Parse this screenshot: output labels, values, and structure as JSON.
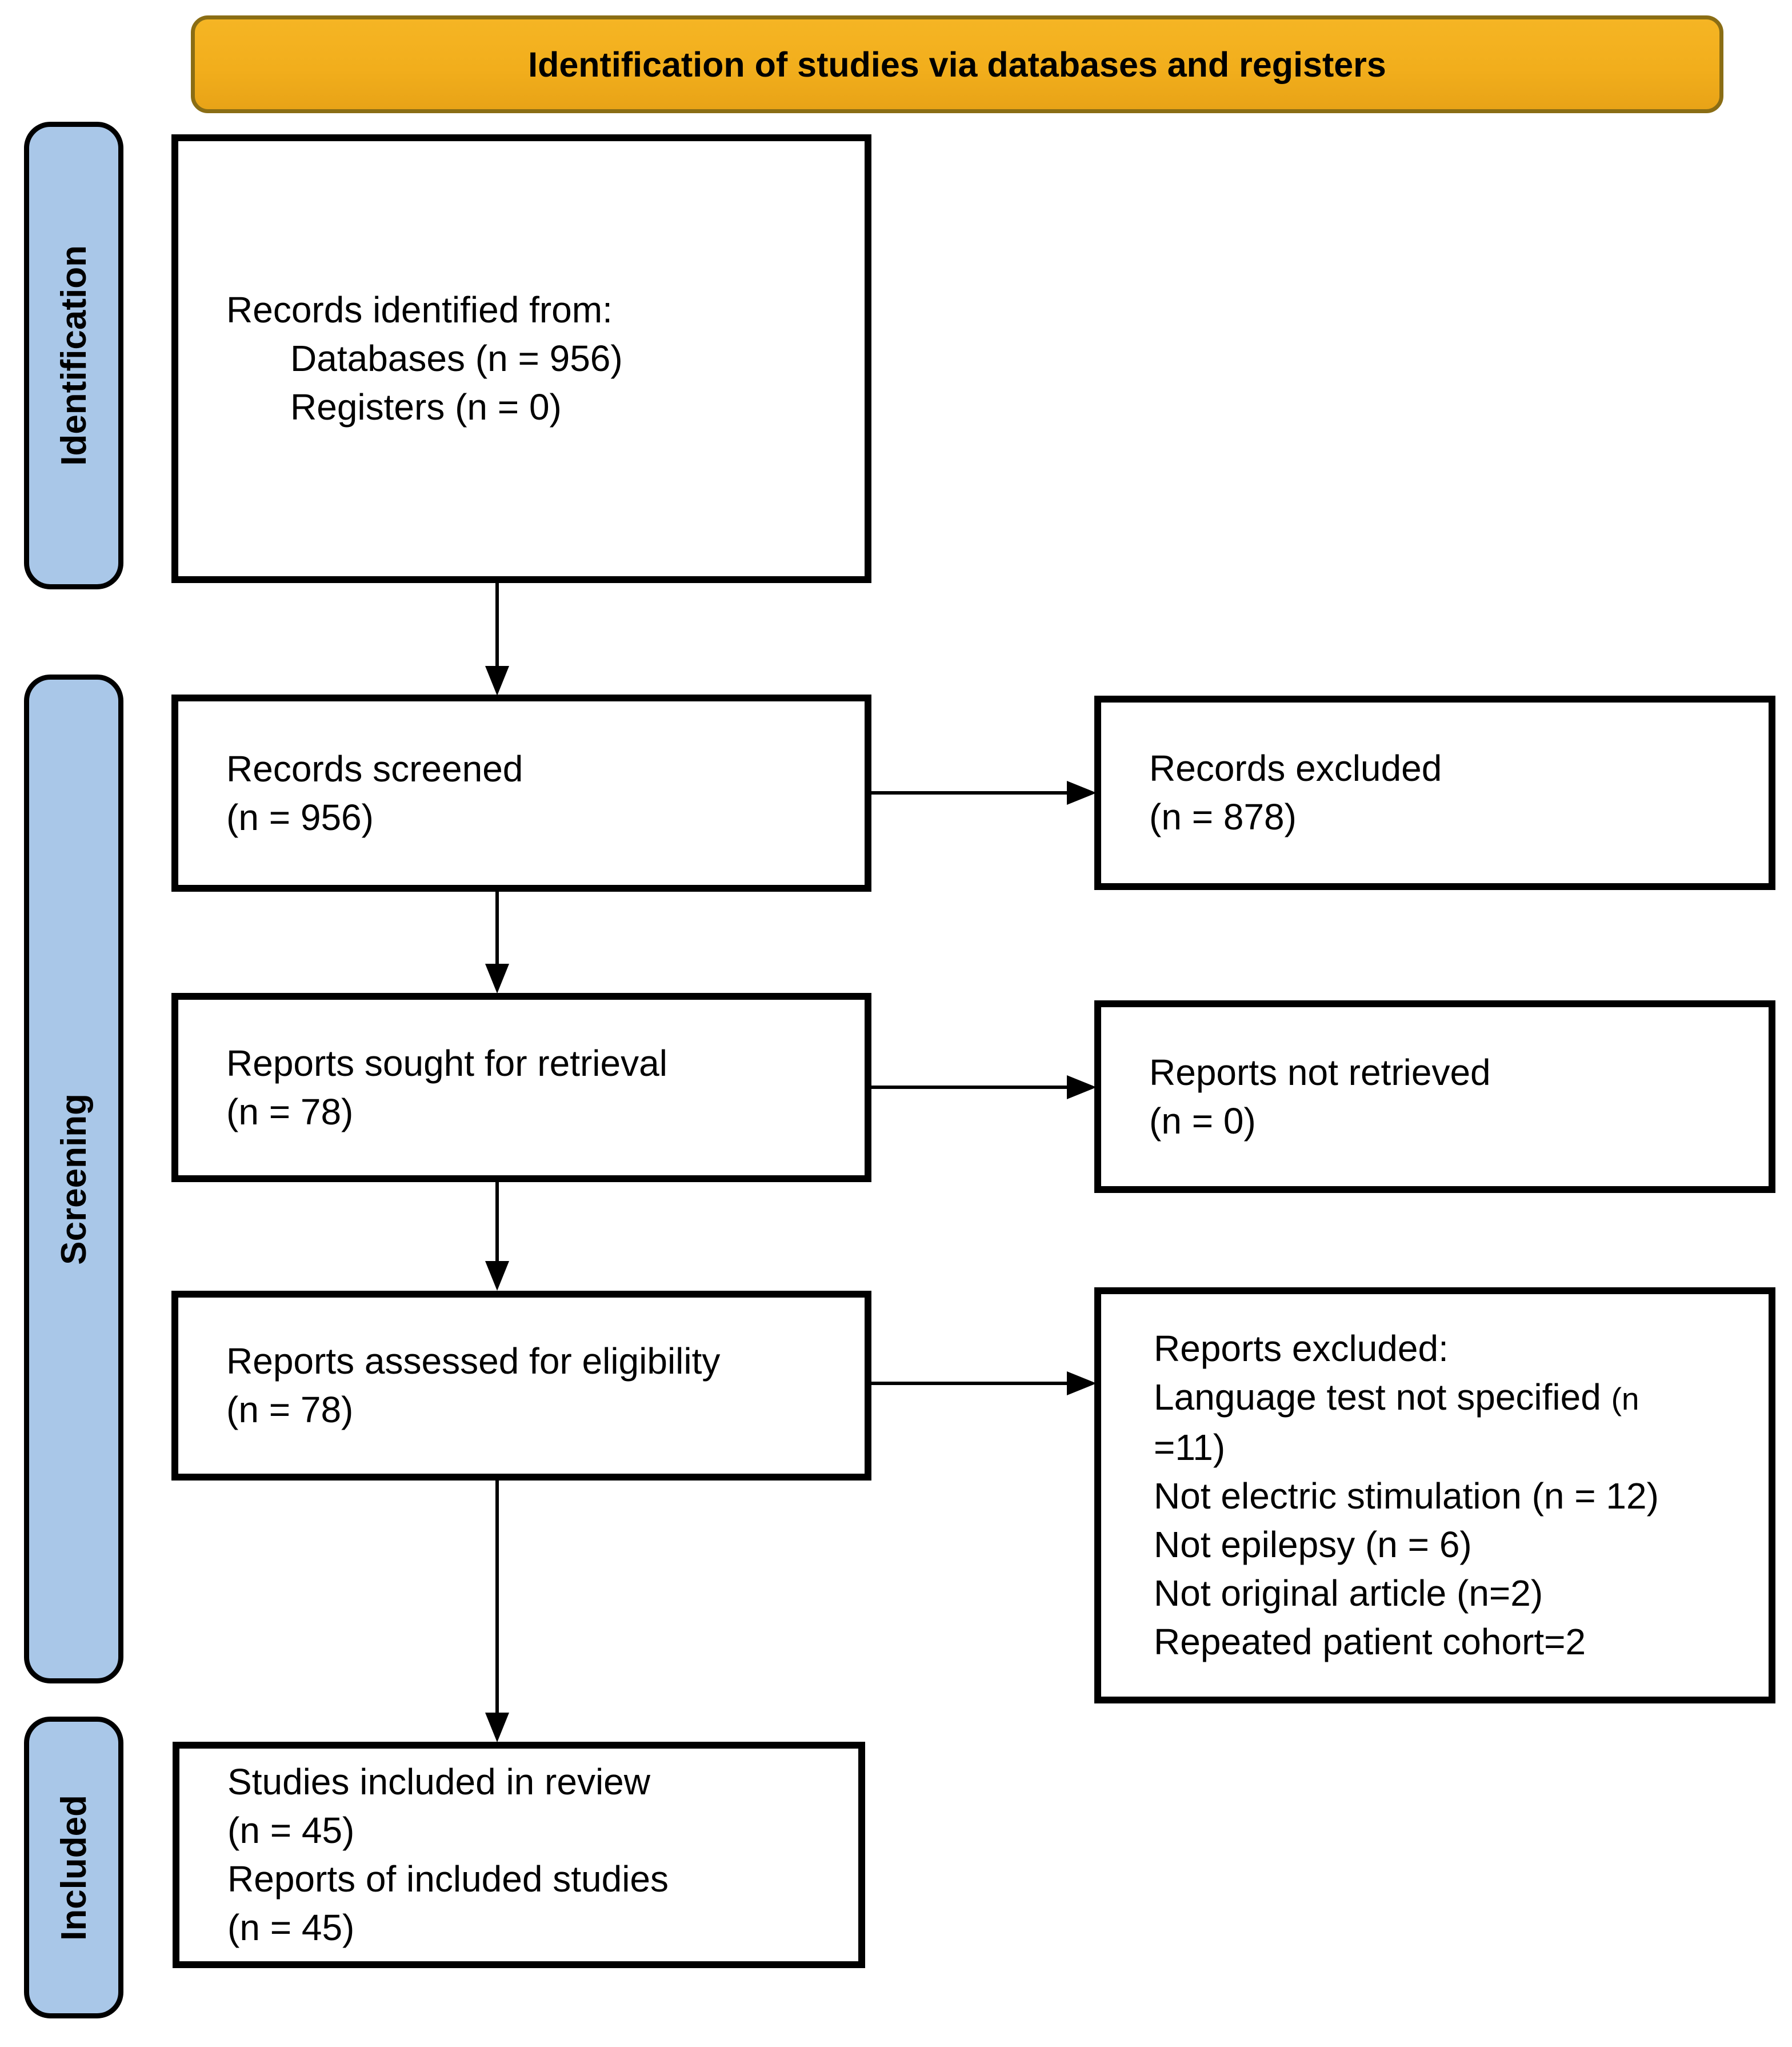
{
  "banner": {
    "title": "Identification of studies via databases and registers"
  },
  "stages": [
    {
      "label": "Identification"
    },
    {
      "label": "Screening"
    },
    {
      "label": "Included"
    }
  ],
  "flow": {
    "records_identified": {
      "line1": "Records identified from:",
      "line2": "Databases (n = 956)",
      "line3": "Registers (n = 0)"
    },
    "records_screened": {
      "line1": "Records screened",
      "line2": "(n = 956)"
    },
    "records_excluded": {
      "line1": "Records excluded",
      "line2": "(n = 878)"
    },
    "reports_sought": {
      "line1": "Reports sought for retrieval",
      "line2": "(n = 78)"
    },
    "reports_not_retrieved": {
      "line1": "Reports not retrieved",
      "line2": "(n = 0)"
    },
    "reports_assessed": {
      "line1": "Reports assessed for eligibility",
      "line2": "(n = 78)"
    },
    "reports_excluded_detail": {
      "title": "Reports excluded:",
      "reason1_main": "Language test not specified ",
      "reason1_suffix": "(n",
      "reason1_cont": "=11)",
      "reason2": "Not electric stimulation (n = 12)",
      "reason3": "Not epilepsy (n = 6)",
      "reason4": "Not original article (n=2)",
      "reason5": "Repeated patient cohort=2"
    },
    "studies_included": {
      "line1": "Studies included in review",
      "line2": "(n = 45)",
      "line3": "Reports of included studies",
      "line4": "(n = 45)"
    }
  },
  "colors": {
    "banner_bg": "#F2AE1C",
    "banner_border": "#8A6D14",
    "stage_bg": "#A9C7E8",
    "box_border": "#000000"
  }
}
